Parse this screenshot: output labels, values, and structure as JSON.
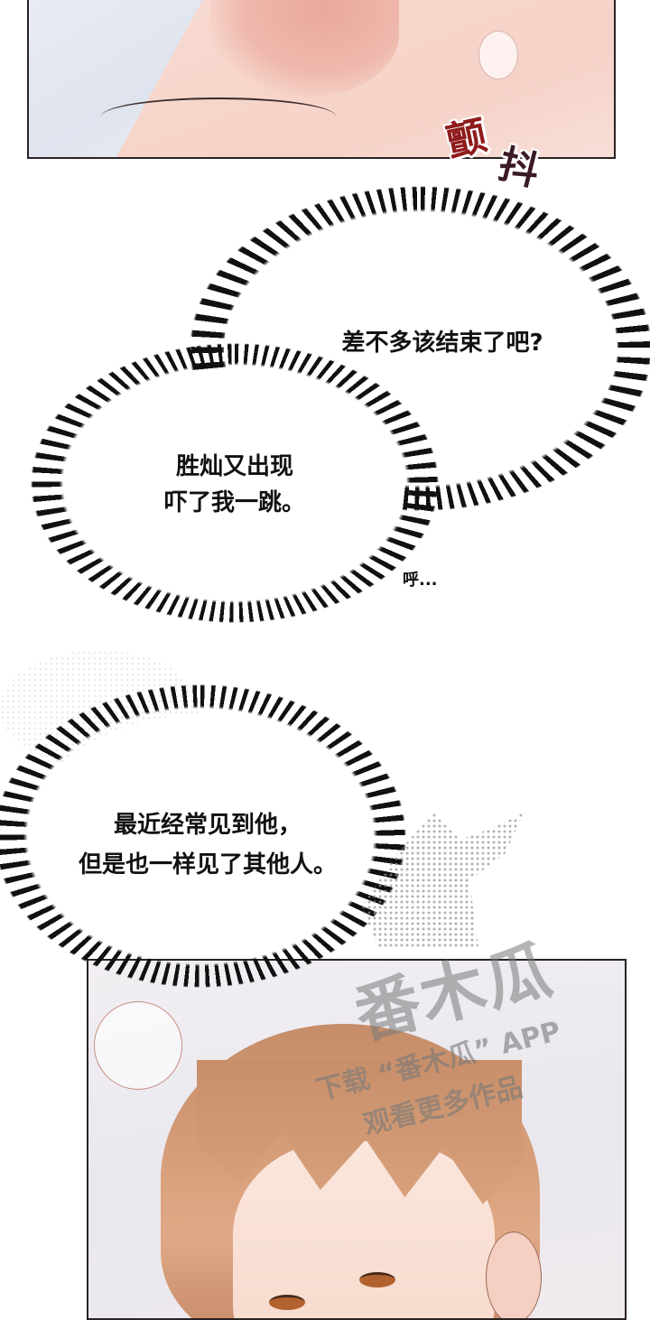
{
  "comic": {
    "panels": [
      {
        "id": "top",
        "description": "close-up of neck and collarbone, pink skin, sweat droplet"
      },
      {
        "id": "bottom",
        "description": "close-up of brown-haired young man lying down, looking sideways"
      }
    ],
    "sfx": {
      "tremble_char1": "颤",
      "tremble_char2": "抖"
    },
    "bubbles": [
      {
        "id": "b1",
        "lines": [
          "差不多该结束了吧?"
        ]
      },
      {
        "id": "b2",
        "lines": [
          "胜灿又出现",
          "吓了我一跳。"
        ]
      },
      {
        "id": "b3",
        "lines": [
          "最近经常见到他，",
          "但是也一样见了其他人。"
        ]
      }
    ],
    "sigh": "呼...",
    "watermark": {
      "brand": "番木瓜",
      "line1": "下载 “番木瓜” APP",
      "line2": "观看更多作品"
    }
  }
}
